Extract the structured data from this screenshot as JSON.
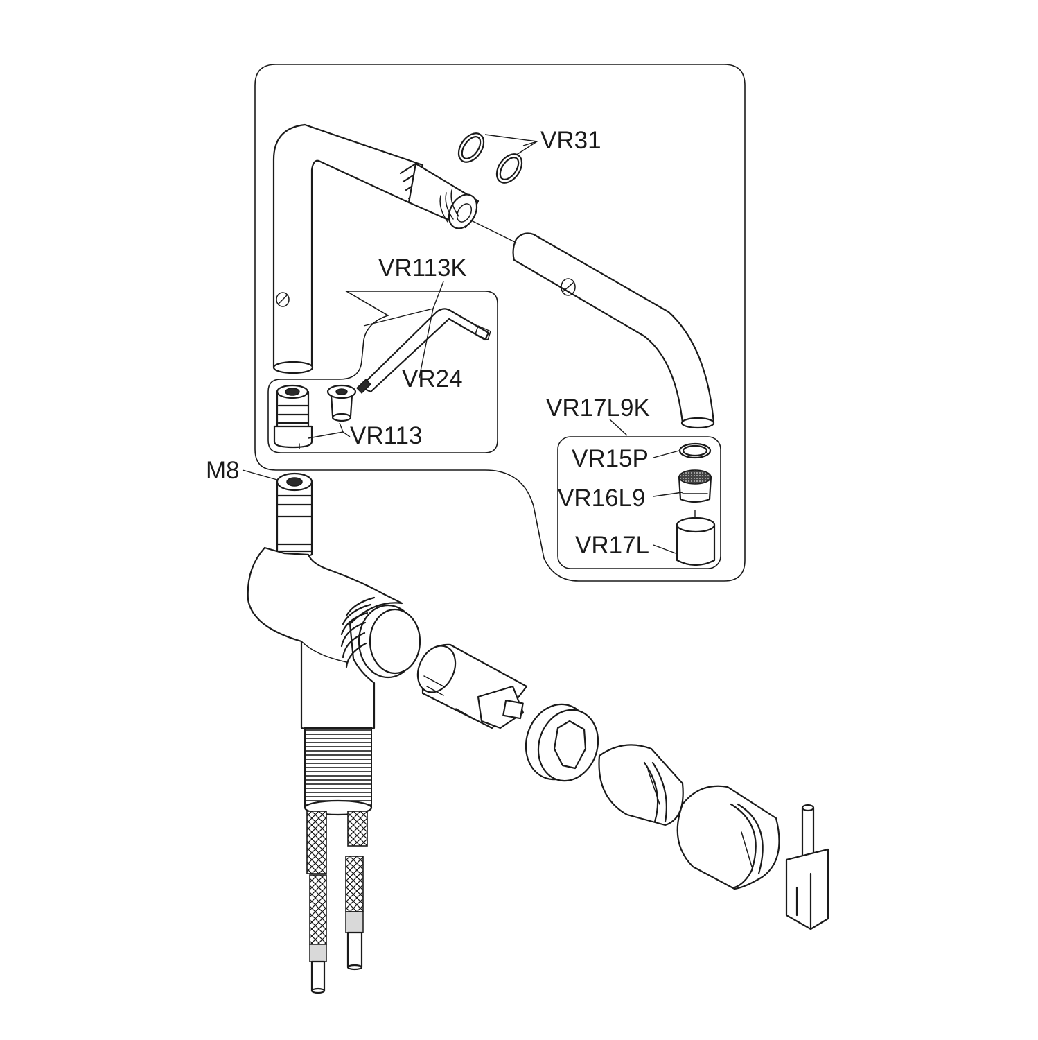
{
  "labels": {
    "vr31": "VR31",
    "vr113k": "VR113K",
    "vr24": "VR24",
    "vr113": "VR113",
    "vr17l9k": "VR17L9K",
    "vr15p": "VR15P",
    "vr16l9": "VR16L9",
    "vr17l": "VR17L",
    "m8": "M8"
  }
}
